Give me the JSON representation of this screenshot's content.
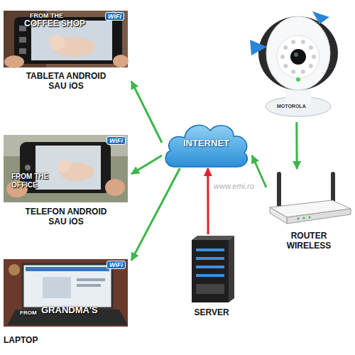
{
  "diagram": {
    "nodes": [
      {
        "text": [
          "FROM THE",
          "COFFEE SHOP",
          "WiFi",
          "TABLETA ANDROID SAU iOS"
        ]
      },
      {
        "text": [
          "MOTOROLA"
        ]
      },
      {
        "text": [
          "INTERNET"
        ]
      },
      {
        "text": [
          "WiFi",
          "FROM THE OFFICE",
          "TELEFON ANDROID SAU iOS"
        ]
      },
      {
        "text": [
          "ROUTER WIRELESS"
        ]
      },
      {
        "text": [
          "WiFi",
          "FROM",
          "GRANDMA'S",
          "LAPTOP"
        ]
      },
      {
        "text": [
          "SERVER"
        ]
      }
    ],
    "edges": [
      {
        "from": 1,
        "to": 4,
        "arrow": "to"
      },
      {
        "from": 4,
        "to": 2,
        "arrow": "to"
      },
      {
        "from": 6,
        "to": 2,
        "arrow": "to"
      },
      {
        "from": 2,
        "to": 0,
        "arrow": "to"
      },
      {
        "from": 2,
        "to": 3,
        "arrow": "to"
      },
      {
        "from": 2,
        "to": 5,
        "arrow": "to"
      }
    ],
    "labels": [
      "www.emi.ro"
    ]
  }
}
